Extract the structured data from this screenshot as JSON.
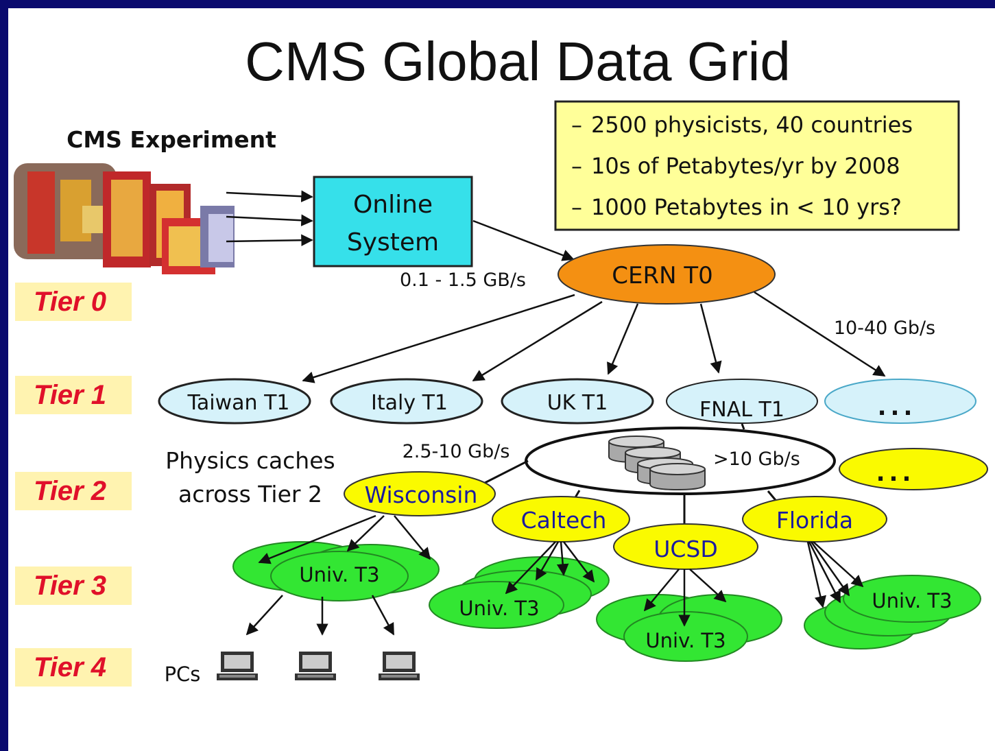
{
  "title": "CMS Global Data Grid",
  "experiment_label": "CMS Experiment",
  "online_system": [
    "Online",
    "System"
  ],
  "facts": [
    "2500 physicists, 40 countries",
    "10s of Petabytes/yr by 2008",
    "1000 Petabytes in < 10 yrs?"
  ],
  "cern": "CERN T0",
  "rates": {
    "online_to_cern": "0.1 - 1.5 GB/s",
    "cern_to_t1": "10-40 Gb/s",
    "t1_to_t2": "2.5-10 Gb/s",
    "cache": ">10 Gb/s"
  },
  "tiers": [
    "Tier 0",
    "Tier 1",
    "Tier 2",
    "Tier 3",
    "Tier 4"
  ],
  "tier1": [
    "Taiwan T1",
    "Italy T1",
    "UK T1",
    "FNAL T1",
    "..."
  ],
  "tier2_note": [
    "Physics caches",
    "across Tier 2"
  ],
  "tier2": [
    "Wisconsin",
    "Caltech",
    "UCSD",
    "Florida",
    "..."
  ],
  "tier3": "Univ. T3",
  "pcs": "PCs",
  "colors": {
    "background": "#0a0a6e",
    "tier_label": "#e0102a",
    "tier_band": "#fff3b0",
    "online_box": "#36e0ea",
    "cern": "#f49012",
    "tier1": "#d6f2fa",
    "tier2": "#fafa00",
    "tier3": "#33e633",
    "facts_box": "#ffff99"
  }
}
